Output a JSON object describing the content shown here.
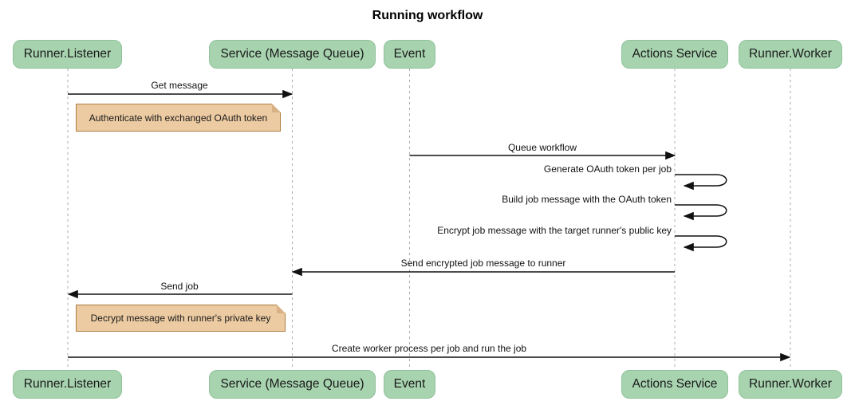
{
  "title": "Running workflow",
  "participants": [
    {
      "label": "Runner.Listener"
    },
    {
      "label": "Service (Message Queue)"
    },
    {
      "label": "Event"
    },
    {
      "label": "Actions Service"
    },
    {
      "label": "Runner.Worker"
    }
  ],
  "messages": [
    {
      "label": "Get message",
      "from": "Runner.Listener",
      "to": "Service (Message Queue)"
    },
    {
      "label": "Queue workflow",
      "from": "Event",
      "to": "Actions Service"
    },
    {
      "label": "Generate OAuth token per job",
      "from": "Actions Service",
      "to": "Actions Service"
    },
    {
      "label": "Build job message with the OAuth token",
      "from": "Actions Service",
      "to": "Actions Service"
    },
    {
      "label": "Encrypt job message with the target runner's public key",
      "from": "Actions Service",
      "to": "Actions Service"
    },
    {
      "label": "Send encrypted job message to runner",
      "from": "Actions Service",
      "to": "Service (Message Queue)"
    },
    {
      "label": "Send job",
      "from": "Service (Message Queue)",
      "to": "Runner.Listener"
    },
    {
      "label": "Create worker process per job and run the job",
      "from": "Runner.Listener",
      "to": "Runner.Worker"
    }
  ],
  "notes": [
    {
      "label": "Authenticate with exchanged OAuth token",
      "over": "Runner.Listener"
    },
    {
      "label": "Decrypt message with runner's private key",
      "over": "Runner.Listener"
    }
  ],
  "colors": {
    "actor_fill": "#A7D3AF",
    "actor_border": "#8FC29A",
    "note_fill": "#ECCBA2",
    "note_border": "#AE7D42",
    "lifeline": "#ABABAB",
    "arrow": "#111111",
    "background": "#FFFFFF"
  }
}
